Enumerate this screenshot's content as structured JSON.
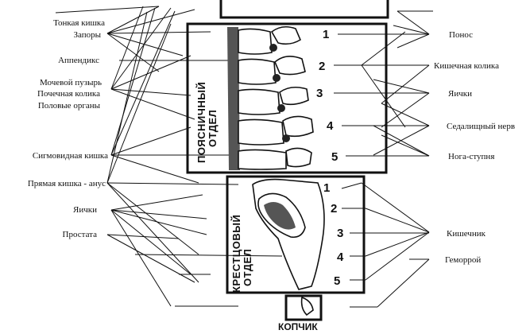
{
  "left_labels": {
    "thin_intestine": "Тонкая кишка",
    "constipation": "Запоры",
    "appendix": "Аппендикс",
    "bladder": "Мочевой пузырь",
    "renal_colic": "Почечная колика",
    "genitals": "Половые органы",
    "sigmoid_colon": "Сигмовидная кишка",
    "rectum_anus": "Прямая кишка - анус",
    "testicles": "Яички",
    "prostate": "Простата"
  },
  "right_labels": {
    "diarrhea": "Понос",
    "intestinal_colic": "Кишечная колика",
    "testicles": "Яички",
    "sciatic_nerve": "Седалищный нерв",
    "leg_foot": "Нога-ступня",
    "intestine": "Кишечник",
    "hemorrhoids": "Геморрой"
  },
  "sections": {
    "lumbar_line1": "ПОЯСНИЧНЫЙ",
    "lumbar_line2": "ОТДЕЛ",
    "sacral_line1": "КРЕСТЦОВЫЙ",
    "sacral_line2": "ОТДЕЛ",
    "coccyx": "КОПЧИК"
  },
  "lumbar_numbers": [
    "1",
    "2",
    "3",
    "4",
    "5"
  ],
  "sacral_numbers": [
    "1",
    "2",
    "3",
    "4",
    "5"
  ]
}
